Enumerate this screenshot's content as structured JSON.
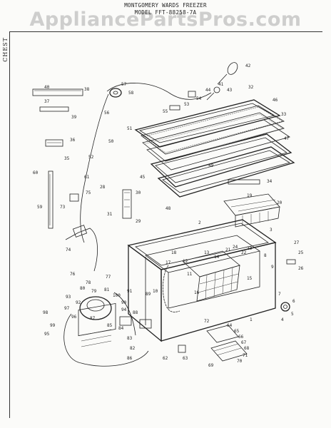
{
  "watermark": "AppliancePartsPros.com",
  "header": {
    "line1": "MONTGOMERY WARDS FREEZER",
    "line2": "MODEL FFT-88258-7A"
  },
  "side_label": "CHEST",
  "part_numbers": [
    "1",
    "2",
    "3",
    "4",
    "5",
    "6",
    "7",
    "8",
    "9",
    "10",
    "11",
    "12",
    "13",
    "14",
    "15",
    "16",
    "17",
    "18",
    "19",
    "20",
    "21",
    "22",
    "23",
    "24",
    "25",
    "26",
    "27",
    "28",
    "29",
    "30",
    "31",
    "32",
    "33",
    "34",
    "35",
    "36",
    "37",
    "38",
    "39",
    "40",
    "41",
    "42",
    "43",
    "44",
    "45",
    "46",
    "47",
    "48",
    "49",
    "50",
    "51",
    "52",
    "53",
    "54",
    "55",
    "56",
    "57",
    "58",
    "59",
    "60",
    "61",
    "62",
    "63",
    "64",
    "65",
    "66",
    "67",
    "68",
    "69",
    "70",
    "71",
    "72",
    "73",
    "74",
    "75",
    "76",
    "77",
    "78",
    "79",
    "80",
    "81",
    "82",
    "83",
    "84",
    "85",
    "86",
    "87",
    "88",
    "89",
    "90",
    "91",
    "92",
    "93",
    "94",
    "95",
    "96",
    "97",
    "98",
    "99",
    "100"
  ]
}
